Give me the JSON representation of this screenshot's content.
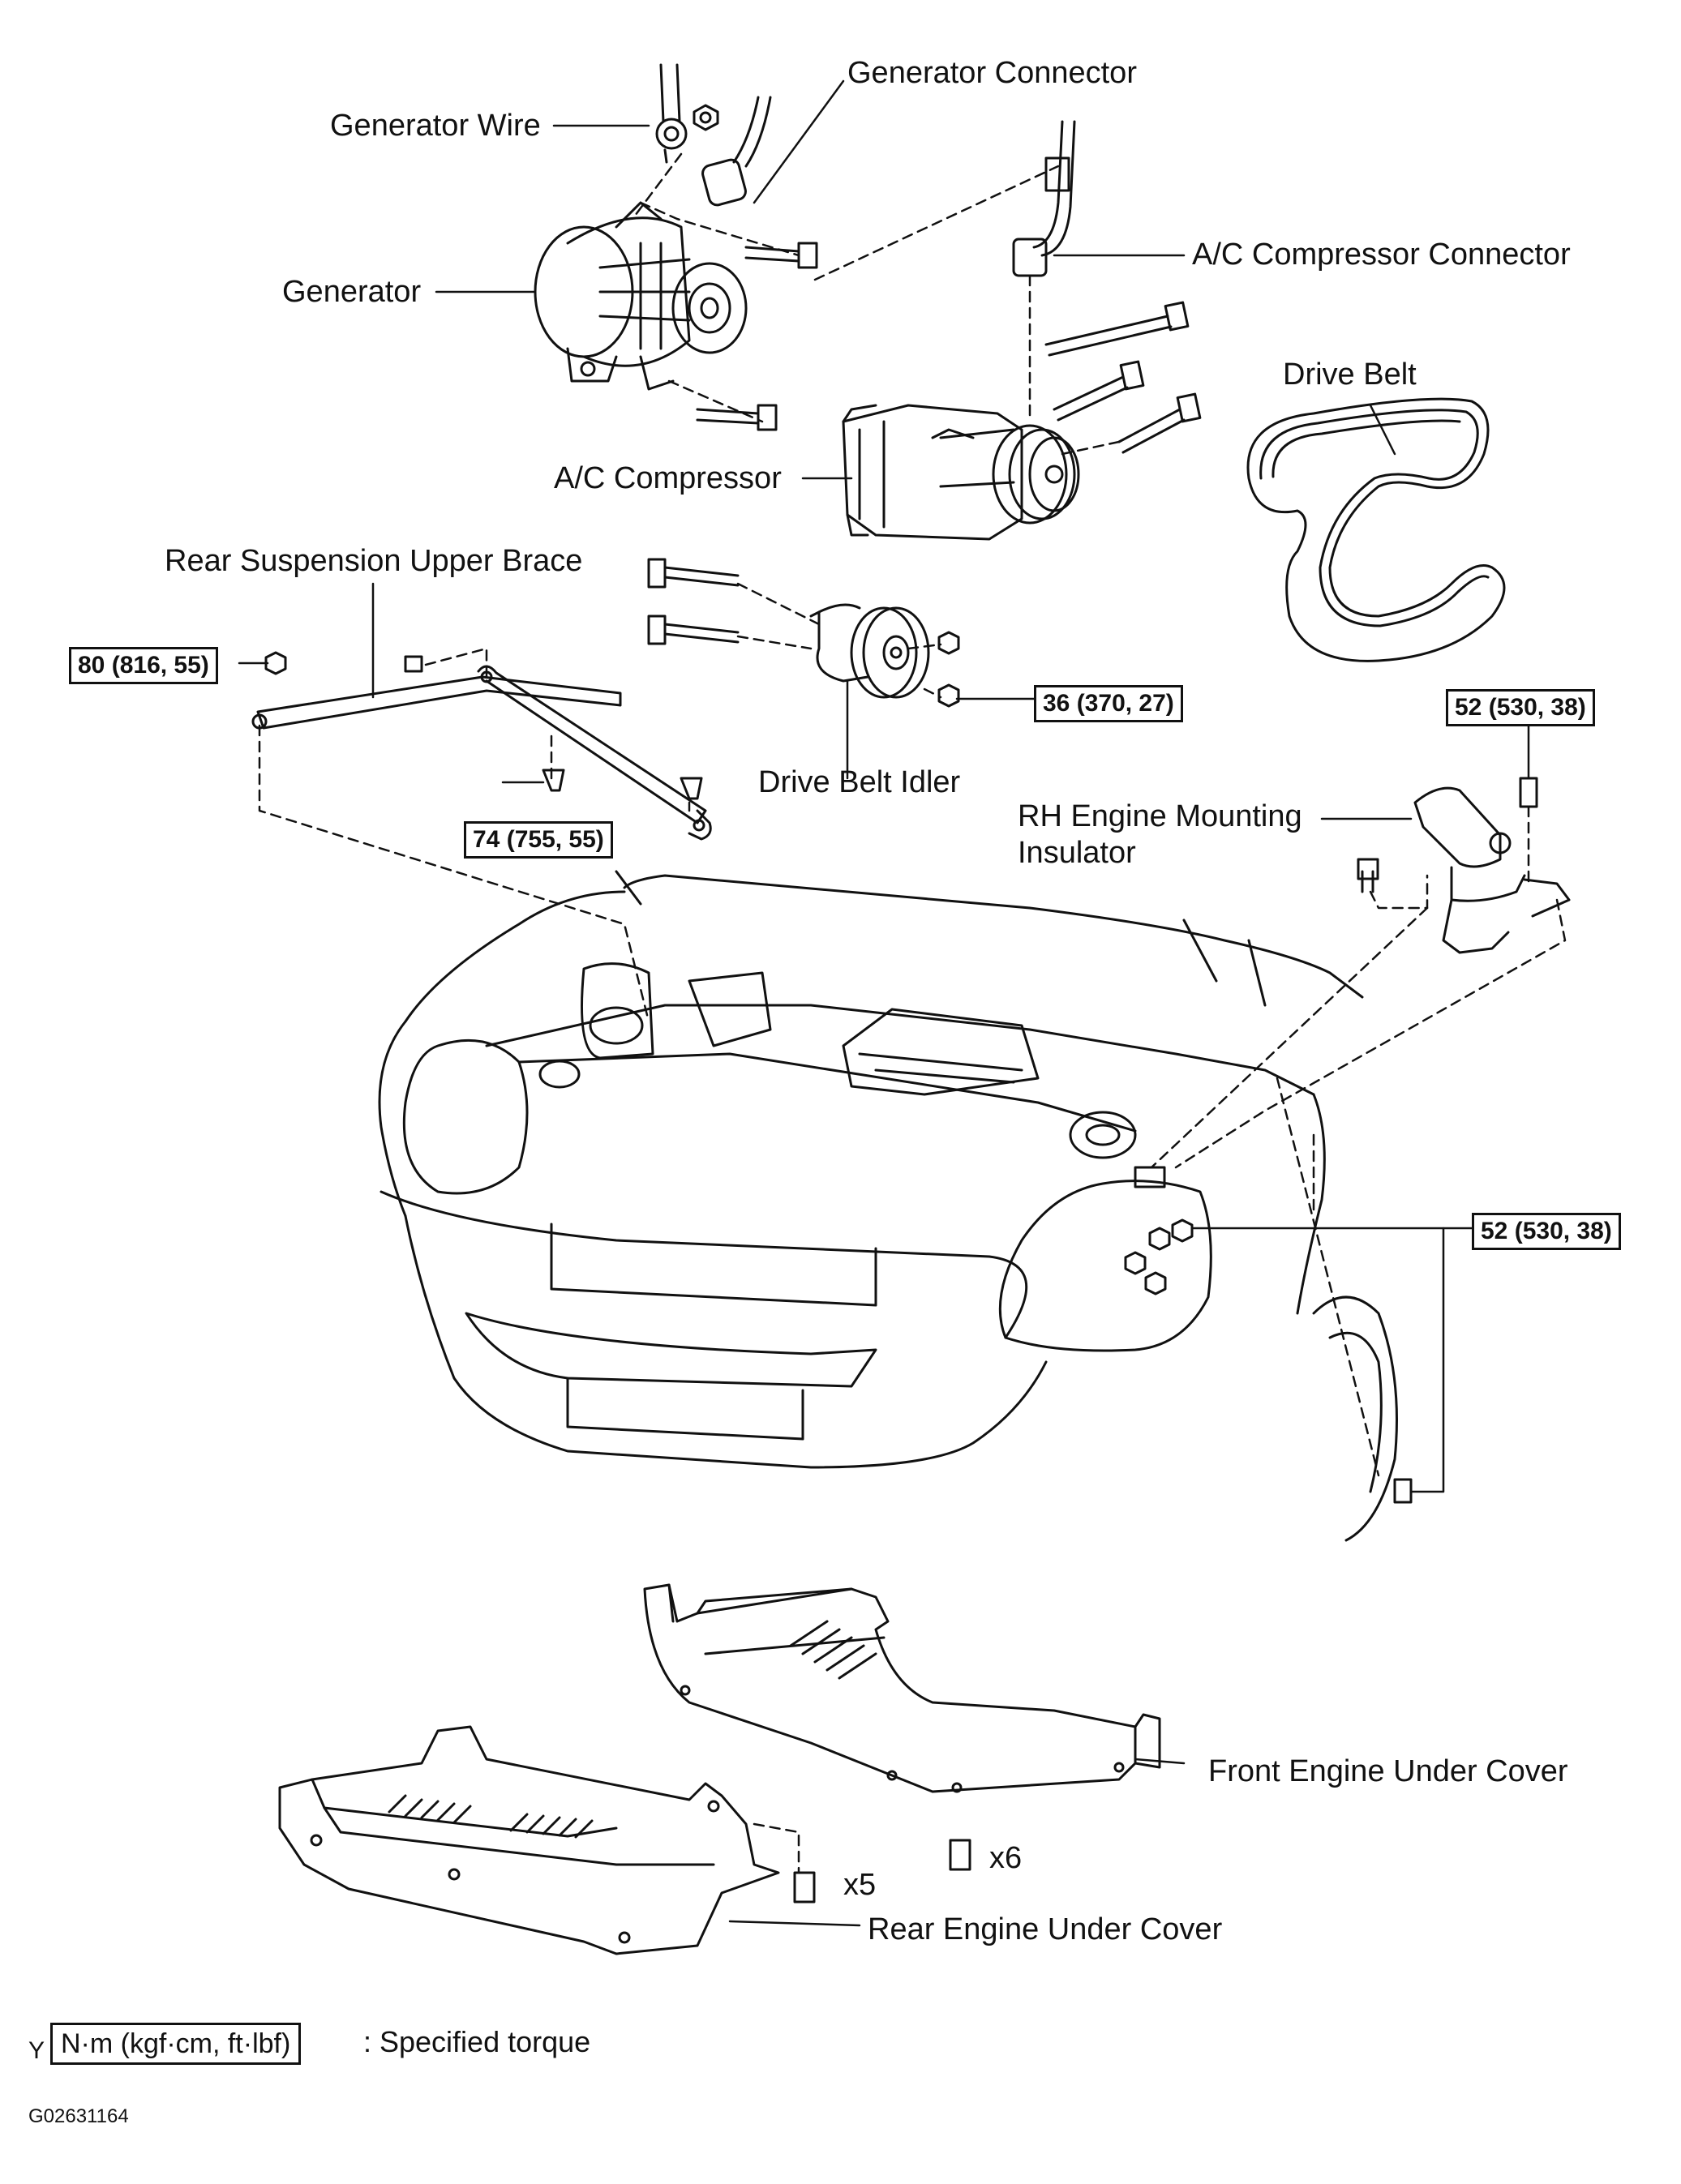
{
  "labels": {
    "generator_wire": "Generator Wire",
    "generator_connector": "Generator Connector",
    "generator": "Generator",
    "ac_compressor_connector": "A/C Compressor Connector",
    "drive_belt": "Drive Belt",
    "ac_compressor": "A/C Compressor",
    "rear_suspension_upper_brace": "Rear Suspension Upper Brace",
    "drive_belt_idler": "Drive Belt Idler",
    "rh_engine_mounting_insulator_line1": "RH Engine Mounting",
    "rh_engine_mounting_insulator_line2": "Insulator",
    "front_engine_under_cover": "Front Engine Under Cover",
    "rear_engine_under_cover": "Rear Engine Under Cover"
  },
  "torques": {
    "brace_bolt": "80 (816, 55)",
    "brace_lower_bolt": "74 (755, 55)",
    "idler_nut": "36 (370, 27)",
    "mount_top_bolt": "52 (530, 38)",
    "mount_body_bolts": "52 (530, 38)"
  },
  "quantities": {
    "front_cover_bolts": "x6",
    "rear_cover_bolts": "x5"
  },
  "legend": {
    "prefix": "Y",
    "unit_box": "N·m (kgf·cm, ft·lbf)",
    "text": ": Specified torque"
  },
  "figure_id": "G02631164"
}
